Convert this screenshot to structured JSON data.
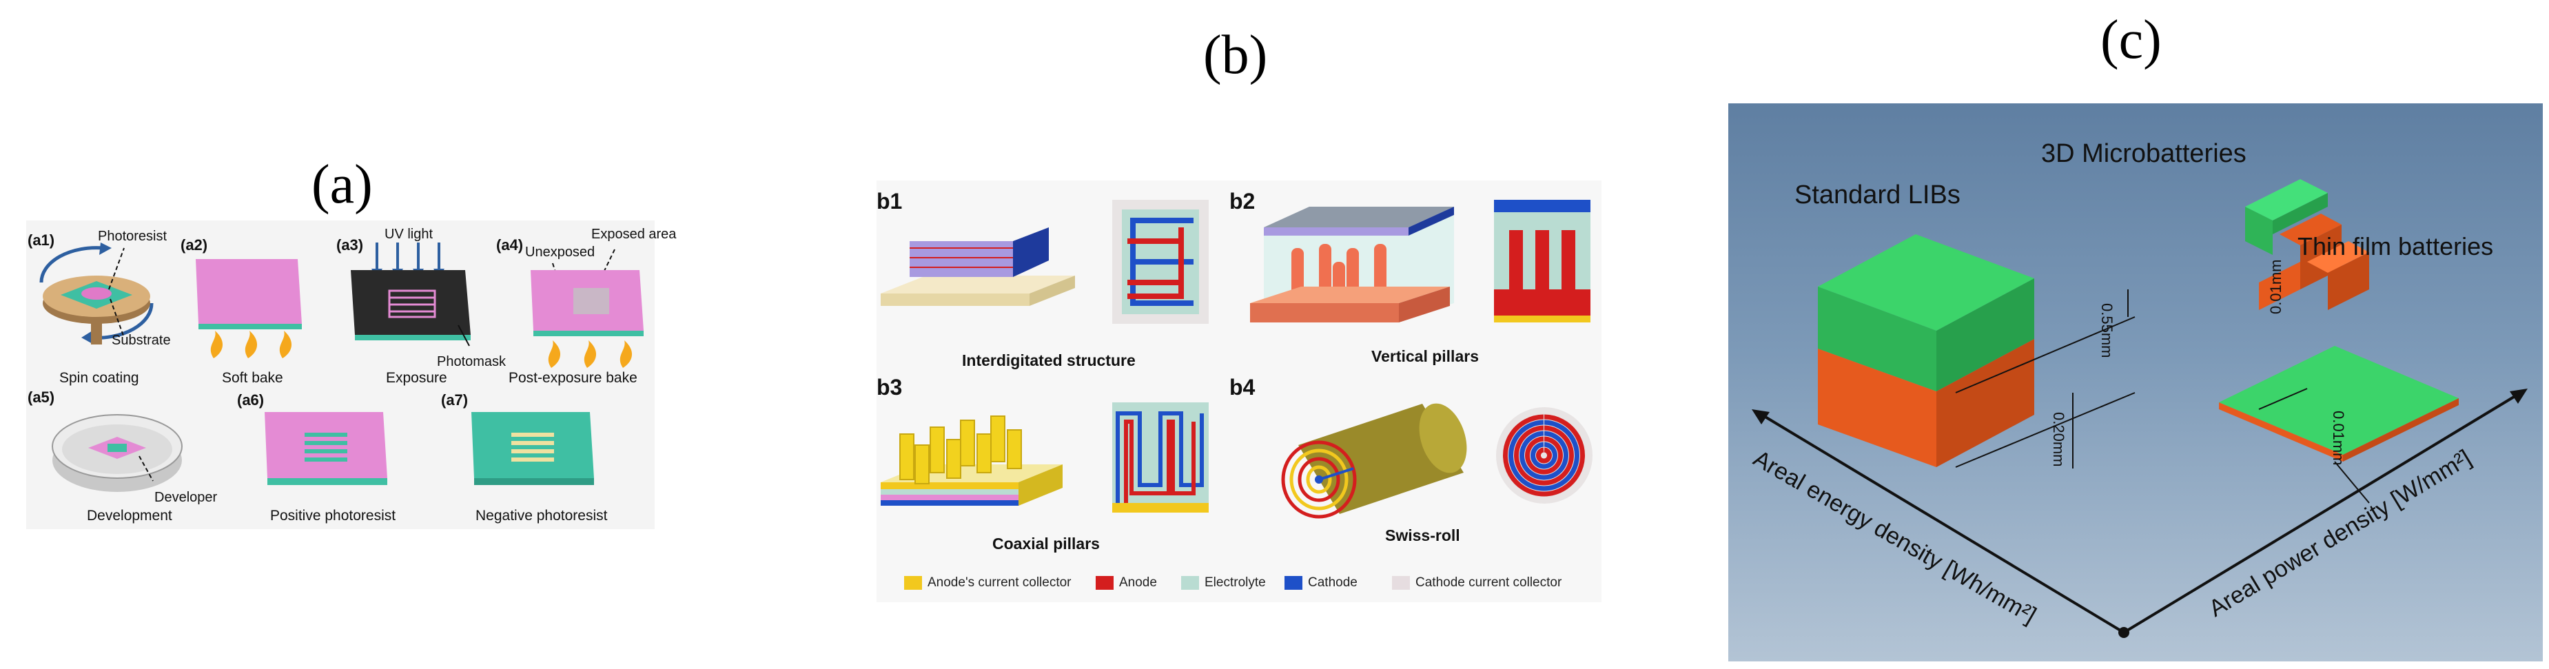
{
  "panels": {
    "a": {
      "label": "(a)",
      "steps": [
        {
          "id": "(a1)",
          "caption": "Spin coating"
        },
        {
          "id": "(a2)",
          "caption": "Soft bake"
        },
        {
          "id": "(a3)",
          "caption": "Exposure"
        },
        {
          "id": "(a4)",
          "caption": "Post-exposure bake"
        },
        {
          "id": "(a5)",
          "caption": "Development"
        },
        {
          "id": "(a6)",
          "caption": "Positive photoresist"
        },
        {
          "id": "(a7)",
          "caption": "Negative photoresist"
        }
      ],
      "annotations": {
        "photoresist": "Photoresist",
        "substrate": "Substrate",
        "uv_light": "UV light",
        "photomask": "Photomask",
        "unexposed": "Unexposed",
        "exposed_area": "Exposed area",
        "developer": "Developer"
      }
    },
    "b": {
      "label": "(b)",
      "items": [
        {
          "id": "b1",
          "caption": "Interdigitated structure"
        },
        {
          "id": "b2",
          "caption": "Vertical pillars"
        },
        {
          "id": "b3",
          "caption": "Coaxial pillars"
        },
        {
          "id": "b4",
          "caption": "Swiss-roll"
        }
      ],
      "legend": [
        {
          "label": "Anode's current collector",
          "color": "#f2c81e"
        },
        {
          "label": "Anode",
          "color": "#d41e1e"
        },
        {
          "label": "Electrolyte",
          "color": "#b9dcd2"
        },
        {
          "label": "Cathode",
          "color": "#1e50c8"
        },
        {
          "label": "Cathode current collector",
          "color": "#e6dde0"
        }
      ]
    },
    "c": {
      "label": "(c)",
      "titles": {
        "standard": "Standard LIBs",
        "micro": "3D Microbatteries",
        "thin": "Thin film batteries"
      },
      "dims": {
        "d1": "0.55mm",
        "d2": "0.20mm",
        "d3": "0.01mm",
        "d4": "0.01mm"
      },
      "axes": {
        "energy": "Areal energy density [Wh/mm²]",
        "power": "Areal power density [W/mm²]"
      }
    }
  }
}
